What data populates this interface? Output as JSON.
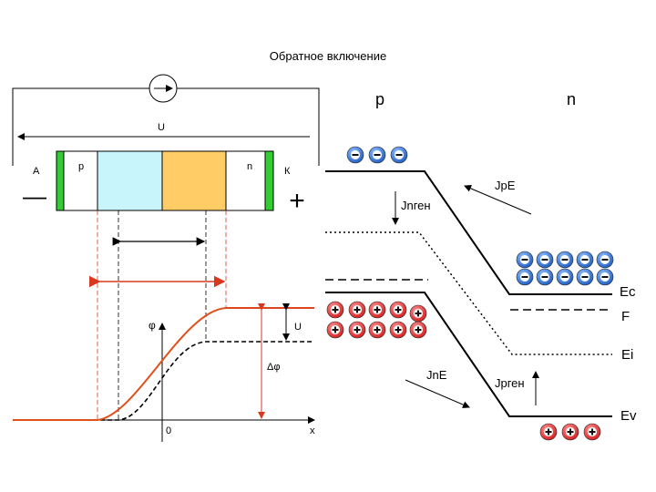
{
  "title": "Обратное включение",
  "circuit": {
    "voltage_label": "U",
    "anode_label": "А",
    "cathode_label": "К",
    "p_label": "p",
    "n_label": "n",
    "minus_sign": "—",
    "plus_sign": "+"
  },
  "potential_plot": {
    "phi_label": "φ",
    "u_label": "U",
    "delta_phi_label": "Δφ",
    "zero_label": "0",
    "x_label": "x"
  },
  "band_diagram": {
    "p_region_label": "p",
    "n_region_label": "n",
    "j_n_gen_label": "Jnген",
    "j_p_e_label": "JpE",
    "j_n_e_label": "JnE",
    "j_p_gen_label": "Jpген",
    "ec_label": "Ec",
    "f_label": "F",
    "ei_label": "Ei",
    "ev_label": "Ev",
    "electron_sign": "−",
    "hole_sign": "+"
  },
  "colors": {
    "p_region": "#c8f4fb",
    "n_region": "#ffcc66",
    "contact": "#33cc33",
    "curve_reverse": "#e0501a",
    "electron": "#2a6fd6",
    "hole": "#e53030"
  }
}
